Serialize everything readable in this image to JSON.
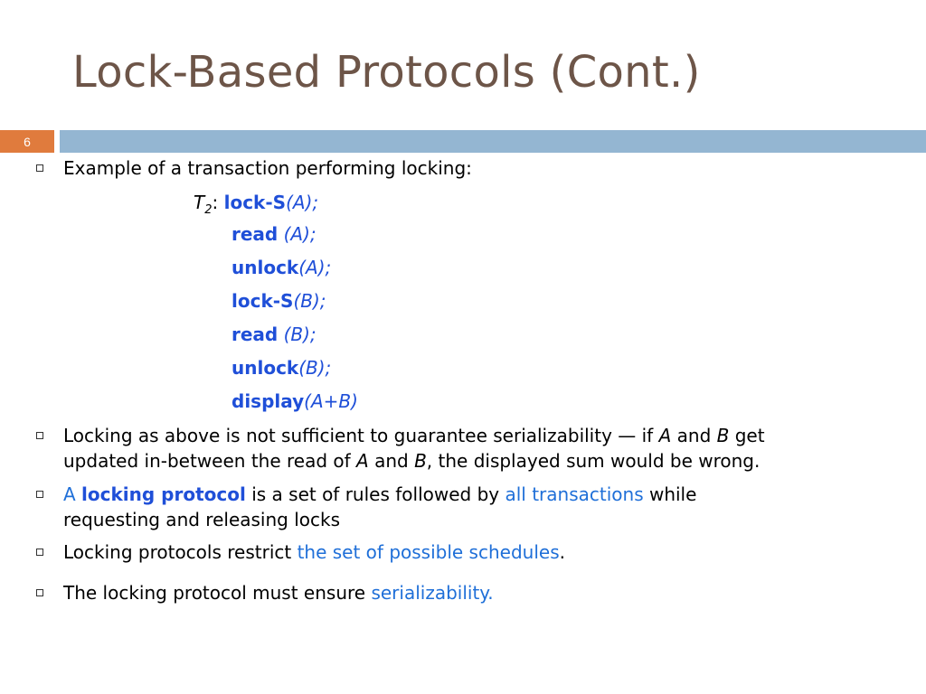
{
  "slide": {
    "title": "Lock-Based Protocols (Cont.)",
    "number": "6"
  },
  "bullets": {
    "b1": "Example of a transaction performing locking:",
    "b2_line1_a": "Locking as above is not sufficient to guarantee serializability — if ",
    "b2_A": "A",
    "b2_and": " and ",
    "b2_B": "B",
    "b2_line1_b": " get",
    "b2_line2_a": "updated in-between the read of ",
    "b2_A2": "A",
    "b2_and2": " and ",
    "b2_B2": "B",
    "b2_line2_b": ", the displayed sum would be wrong.",
    "b3_a": "A ",
    "b3_term": "locking protocol",
    "b3_b": " is a set of rules followed by ",
    "b3_blue": "all transactions",
    "b3_c": " while",
    "b3_line2": "requesting and releasing locks",
    "b4_a": "Locking protocols restrict ",
    "b4_blue": "the set of possible schedules",
    "b4_b": ".",
    "b5_a": "The locking protocol must ensure ",
    "b5_blue": "serializability."
  },
  "transaction": {
    "name": "T",
    "sub": "2",
    "colon": ": ",
    "lines": [
      {
        "op": "lock-S",
        "arg": "(A);"
      },
      {
        "op": "read",
        "arg": " (A);"
      },
      {
        "op": "unlock",
        "arg": "(A);"
      },
      {
        "op": "lock-S",
        "arg": "(B);"
      },
      {
        "op": "read",
        "arg": " (B);"
      },
      {
        "op": "unlock",
        "arg": "(B);"
      },
      {
        "op": "display",
        "arg": "(A+B)"
      }
    ]
  },
  "colors": {
    "title": "#6d5548",
    "slide_number_bg": "#e07b3d",
    "header_bar": "#94b6d2",
    "keyword_blue": "#1f4fd8"
  }
}
